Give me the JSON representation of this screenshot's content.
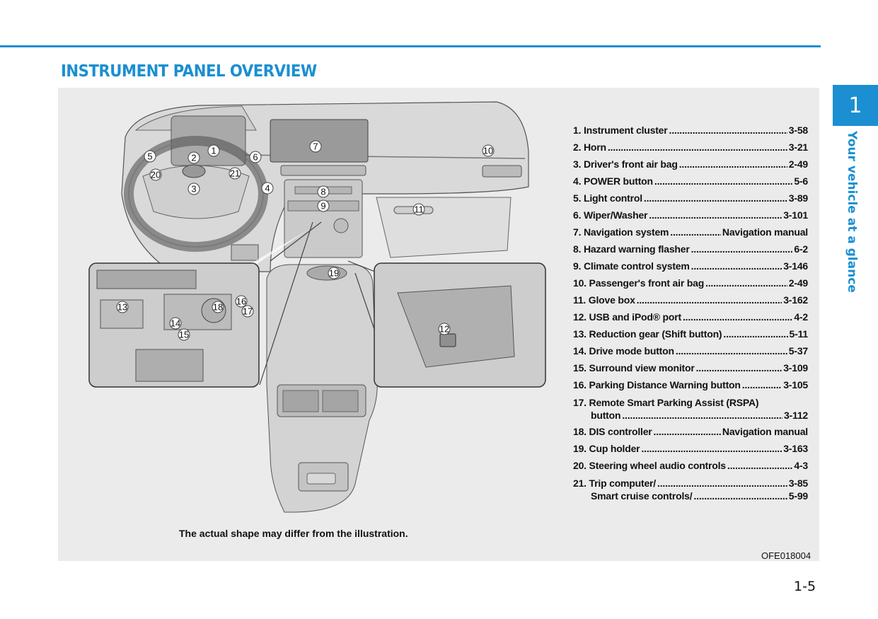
{
  "page": {
    "title": "INSTRUMENT PANEL OVERVIEW",
    "chapter_number": "1",
    "chapter_label": "Your vehicle at a glance",
    "page_number": "1-5",
    "caption": "The actual shape may differ from the illustration.",
    "figure_code": "OFE018004"
  },
  "callouts": [
    "1",
    "2",
    "3",
    "4",
    "5",
    "6",
    "7",
    "8",
    "9",
    "10",
    "11",
    "12",
    "13",
    "14",
    "15",
    "16",
    "17",
    "18",
    "19",
    "20",
    "21"
  ],
  "legend": [
    {
      "label": "1. Instrument cluster",
      "ref": "3-58"
    },
    {
      "label": "2. Horn",
      "ref": "3-21"
    },
    {
      "label": "3. Driver's front air bag",
      "ref": "2-49"
    },
    {
      "label": "4. POWER button",
      "ref": "5-6"
    },
    {
      "label": "5. Light control",
      "ref": "3-89"
    },
    {
      "label": "6. Wiper/Washer",
      "ref": "3-101"
    },
    {
      "label": "7. Navigation system",
      "ref": "Navigation manual"
    },
    {
      "label": "8. Hazard warning flasher",
      "ref": "6-2"
    },
    {
      "label": "9. Climate control system",
      "ref": "3-146"
    },
    {
      "label": "10. Passenger's front air bag",
      "ref": "2-49"
    },
    {
      "label": "11. Glove box",
      "ref": "3-162"
    },
    {
      "label": "12. USB and iPod® port",
      "ref": "4-2"
    },
    {
      "label": "13. Reduction gear (Shift button)",
      "ref": "5-11"
    },
    {
      "label": "14. Drive mode button",
      "ref": "5-37"
    },
    {
      "label": "15. Surround view monitor",
      "ref": "3-109"
    },
    {
      "label": "16. Parking Distance Warning button",
      "ref": "3-105"
    },
    {
      "label": "17. Remote Smart Parking Assist (RSPA)",
      "label2": "button",
      "ref": "3-112"
    },
    {
      "label": "18. DIS controller",
      "ref": "Navigation manual"
    },
    {
      "label": "19. Cup holder",
      "ref": "3-163"
    },
    {
      "label": "20. Steering wheel audio controls",
      "ref": "4-3"
    },
    {
      "label": "21. Trip computer/",
      "ref": "3-85",
      "label2": "Smart cruise controls/",
      "ref2": "5-99"
    }
  ],
  "colors": {
    "accent": "#1b8fd2",
    "panel_bg": "#ebebeb"
  }
}
